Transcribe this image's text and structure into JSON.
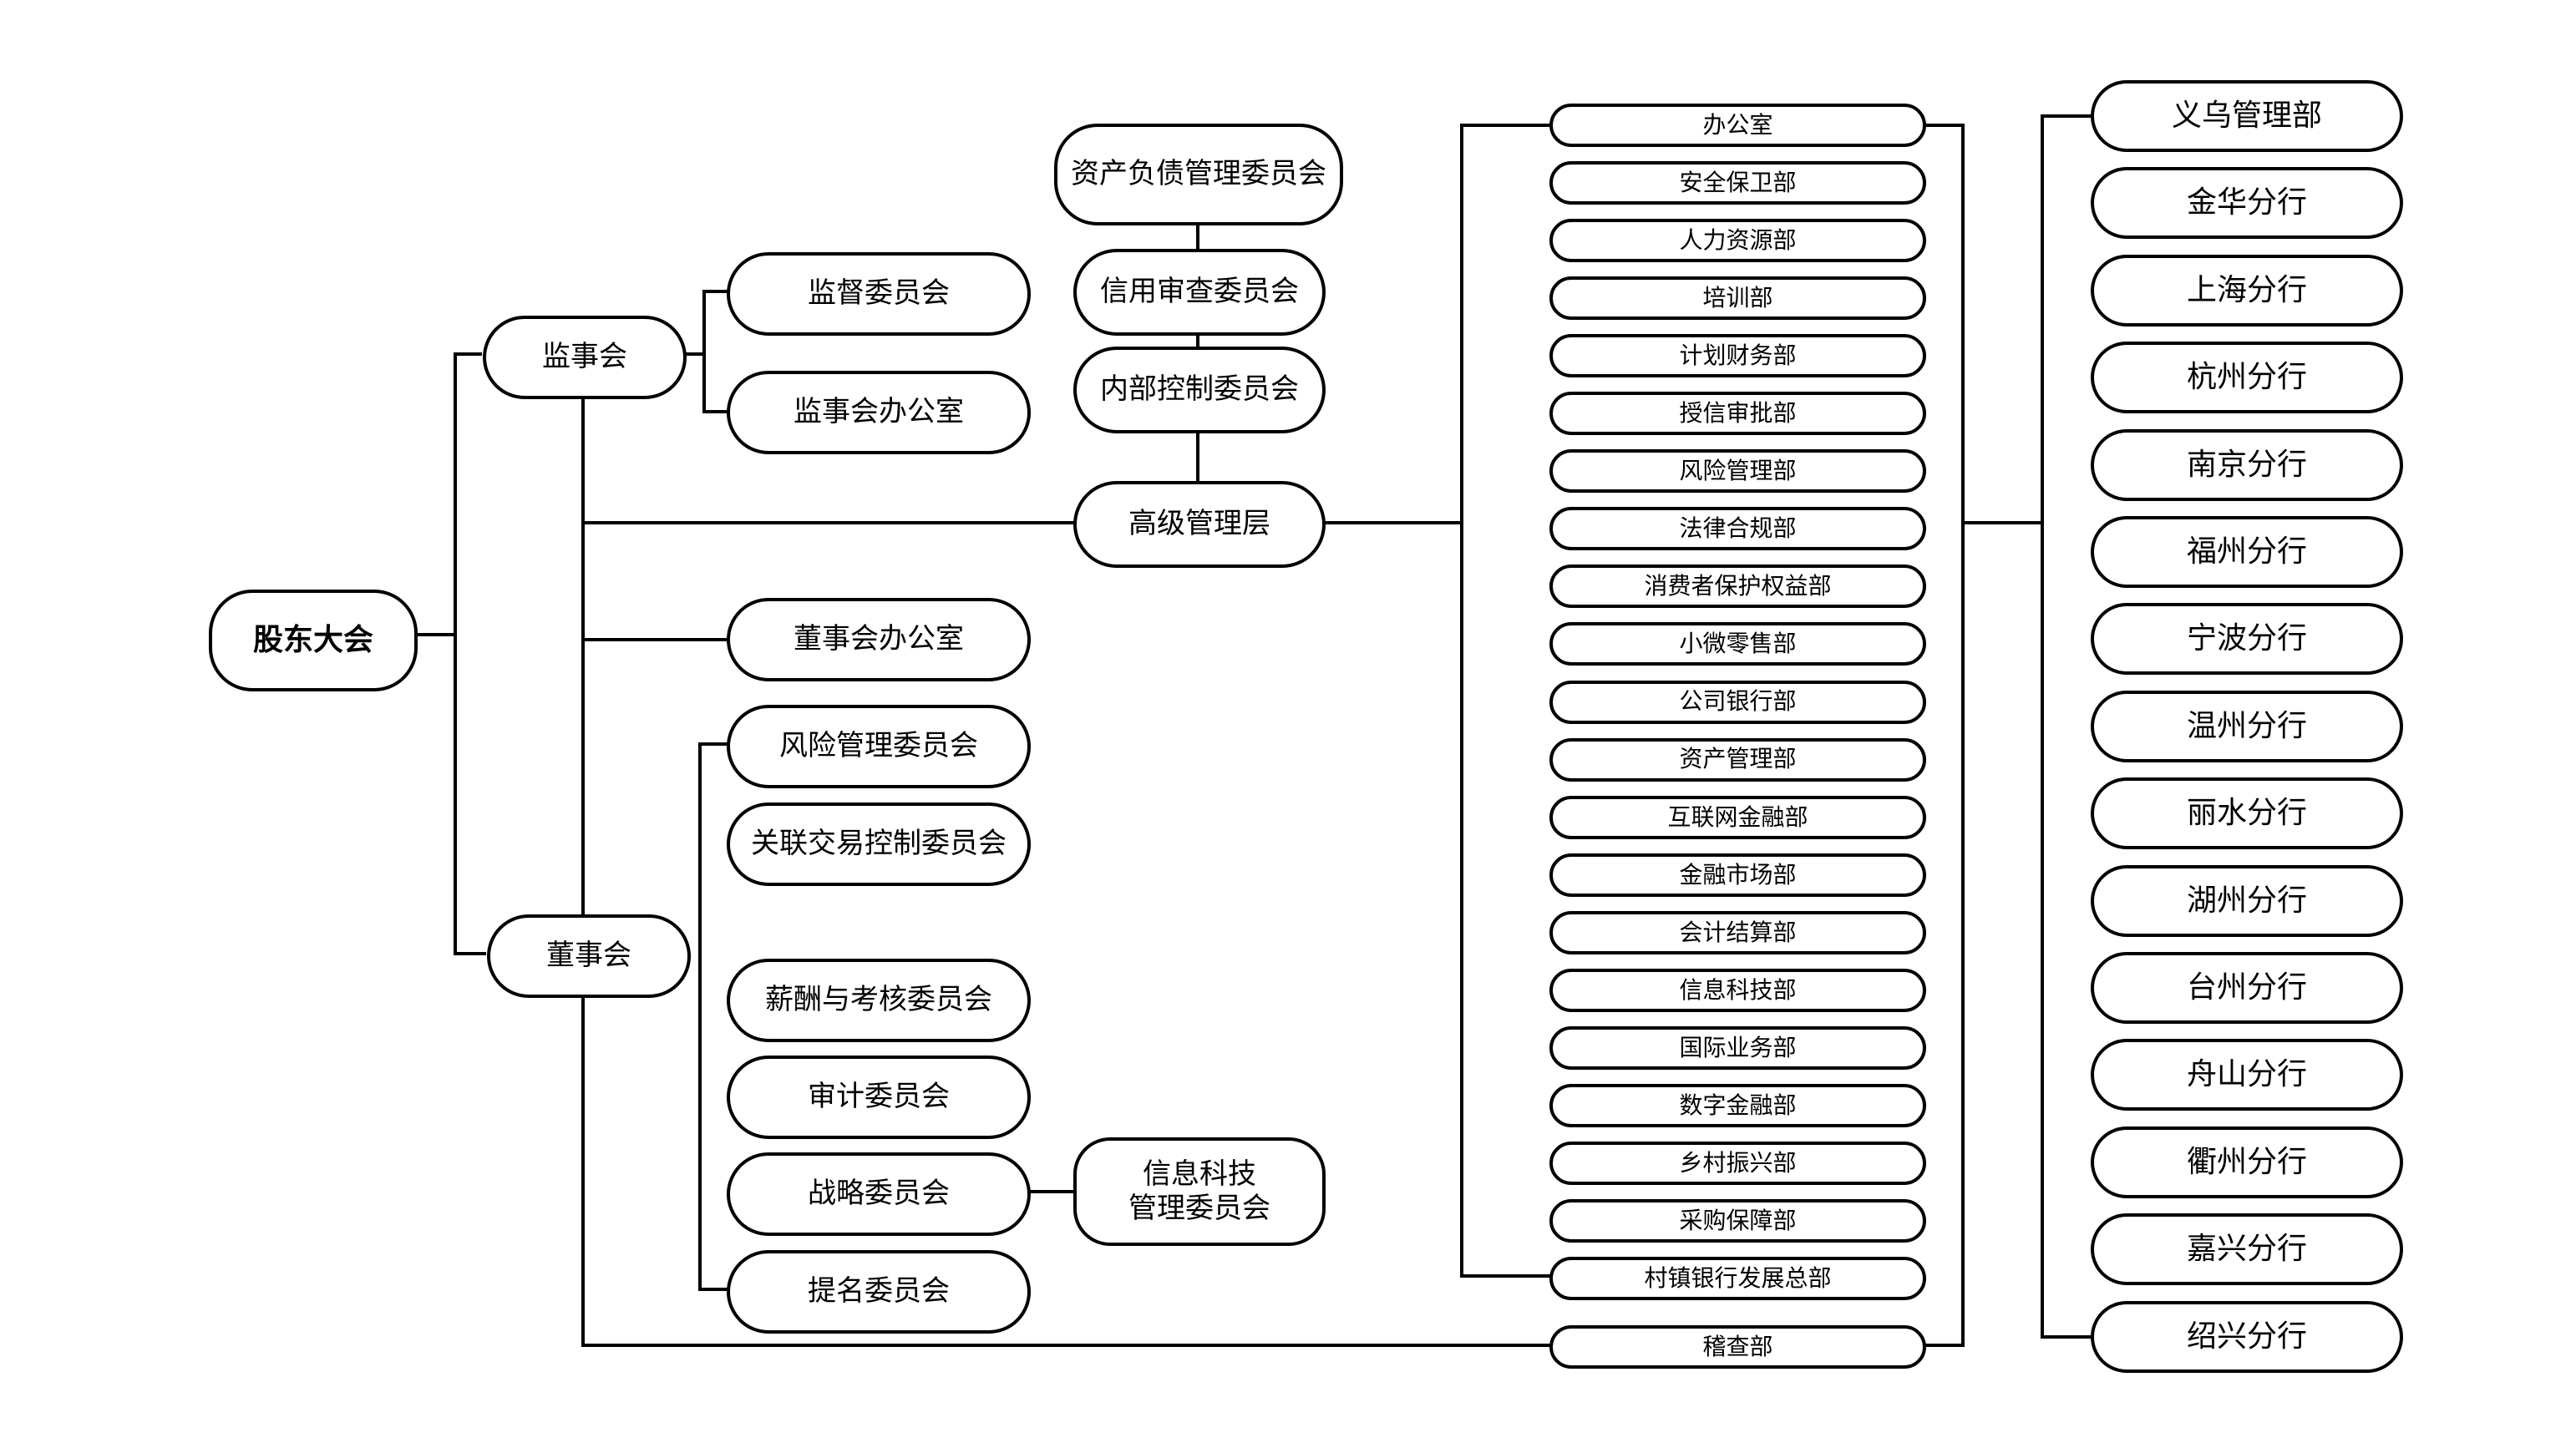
{
  "root": "股东大会",
  "supervisory": {
    "board": "监事会",
    "children": [
      "监督委员会",
      "监事会办公室"
    ]
  },
  "board": {
    "name": "董事会",
    "office": "董事会办公室",
    "committees": [
      "风险管理委员会",
      "关联交易控制委员会",
      "薪酬与考核委员会",
      "审计委员会",
      "战略委员会",
      "提名委员会"
    ],
    "it_committee": "信息科技\n管理委员会"
  },
  "management": {
    "name": "高级管理层",
    "committees": [
      "资产负债管理委员会",
      "信用审查委员会",
      "内部控制委员会"
    ]
  },
  "departments": [
    "办公室",
    "安全保卫部",
    "人力资源部",
    "培训部",
    "计划财务部",
    "授信审批部",
    "风险管理部",
    "法律合规部",
    "消费者保护权益部",
    "小微零售部",
    "公司银行部",
    "资产管理部",
    "互联网金融部",
    "金融市场部",
    "会计结算部",
    "信息科技部",
    "国际业务部",
    "数字金融部",
    "乡村振兴部",
    "采购保障部",
    "村镇银行发展总部"
  ],
  "audit_dept": "稽查部",
  "branches": [
    "义乌管理部",
    "金华分行",
    "上海分行",
    "杭州分行",
    "南京分行",
    "福州分行",
    "宁波分行",
    "温州分行",
    "丽水分行",
    "湖州分行",
    "台州分行",
    "舟山分行",
    "衢州分行",
    "嘉兴分行",
    "绍兴分行"
  ]
}
